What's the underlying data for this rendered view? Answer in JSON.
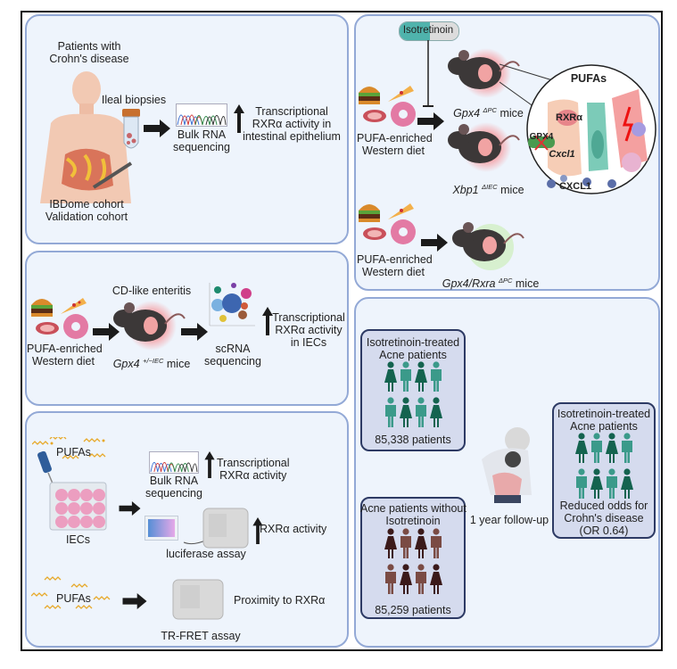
{
  "panel_a": {
    "patients_label_1": "Patients with",
    "patients_label_2": "Crohn's disease",
    "biopsies_label": "Ileal biopsies",
    "bulk_rna_1": "Bulk RNA",
    "bulk_rna_2": "sequencing",
    "result_1": "Transcriptional",
    "result_2": "RXRα activity in",
    "result_3": "intestinal epithelium",
    "cohort_1": "IBDome cohort",
    "cohort_2": "Validation cohort"
  },
  "panel_b": {
    "diet_1": "PUFA-enriched",
    "diet_2": "Western diet",
    "enteritis_label": "CD-like enteritis",
    "mouse_gene": "Gpx4",
    "mouse_sup": "+/−IEC",
    "mouse_suffix": " mice",
    "scrna_1": "scRNA",
    "scrna_2": "sequencing",
    "result_1": "Transcriptional",
    "result_2": "RXRα activity",
    "result_3": "in IECs"
  },
  "panel_c": {
    "pufas_1": "PUFAs",
    "iecs_label": "IECs",
    "bulk_rna_1": "Bulk RNA",
    "bulk_rna_2": "sequencing",
    "result_1_a": "Transcriptional",
    "result_1_b": "RXRα activity",
    "luciferase_label": "luciferase assay",
    "result_2": "RXRα activity",
    "pufas_2": "PUFAs",
    "trfret_label": "TR-FRET assay",
    "result_3": "Proximity to RXRα"
  },
  "panel_d": {
    "drug_label": "Isotretinoin",
    "diet_1": "PUFA-enriched",
    "diet_2": "Western diet",
    "mouse1_gene": "Gpx4",
    "mouse1_sup": "ΔPC",
    "mouse2_gene": "Xbp1",
    "mouse2_sup": "ΔIEC",
    "mice_suffix": " mice",
    "inset_pufas": "PUFAs",
    "inset_rxra": "RXRα",
    "inset_gpx4": "GPX4",
    "inset_cxcl1_gene": "Cxcl1",
    "inset_cxcl1": "CXCL1"
  },
  "panel_e": {
    "diet_1": "PUFA-enriched",
    "diet_2": "Western diet",
    "mouse_gene": "Gpx4/Rxra",
    "mouse_sup": "ΔPC",
    "mice_suffix": " mice"
  },
  "panel_f": {
    "group1_title_1": "Isotretinoin-treated",
    "group1_title_2": "Acne patients",
    "group1_count": "85,338 patients",
    "group2_title_1": "Acne patients without",
    "group2_title_2": "Isotretinoin",
    "group2_count": "85,259 patients",
    "followup": "1 year follow-up",
    "outcome_title_1": "Isotretinoin-treated",
    "outcome_title_2": "Acne patients",
    "outcome_1": "Reduced odds for",
    "outcome_2": "Crohn's disease",
    "outcome_3": "(OR 0.64)"
  },
  "colors": {
    "panel_bg": "#eef4fc",
    "panel_border": "#93a9d6",
    "teal_dark": "#14634f",
    "teal_light": "#3b9a8a",
    "brown_dark": "#3b1a1a",
    "brown_light": "#7a4b44",
    "cohort_bg": "#d5dbee",
    "cohort_border": "#2d3a64"
  }
}
